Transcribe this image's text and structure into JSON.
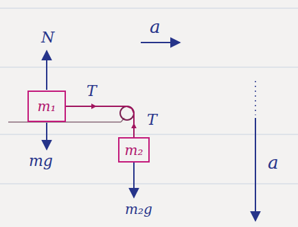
{
  "diagram": {
    "nodes": [
      {
        "text": [
          "m₁"
        ]
      },
      {
        "text": [
          "m₂"
        ]
      }
    ],
    "edges": [
      {
        "from": 0,
        "to": 1,
        "arrow": "none"
      }
    ],
    "labels": [
      "N",
      "mg",
      "T",
      "T",
      "m₂g",
      "a",
      "a"
    ]
  }
}
